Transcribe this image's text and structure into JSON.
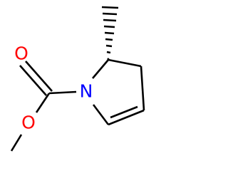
{
  "structure": {
    "atoms": {
      "carbonyl_oxygen": "O",
      "ester_oxygen": "O",
      "ring_nitrogen": "N"
    }
  },
  "colors": {
    "bond": "#000000",
    "oxygen": "#ff0000",
    "nitrogen": "#0000ff",
    "background": "#ffffff"
  }
}
